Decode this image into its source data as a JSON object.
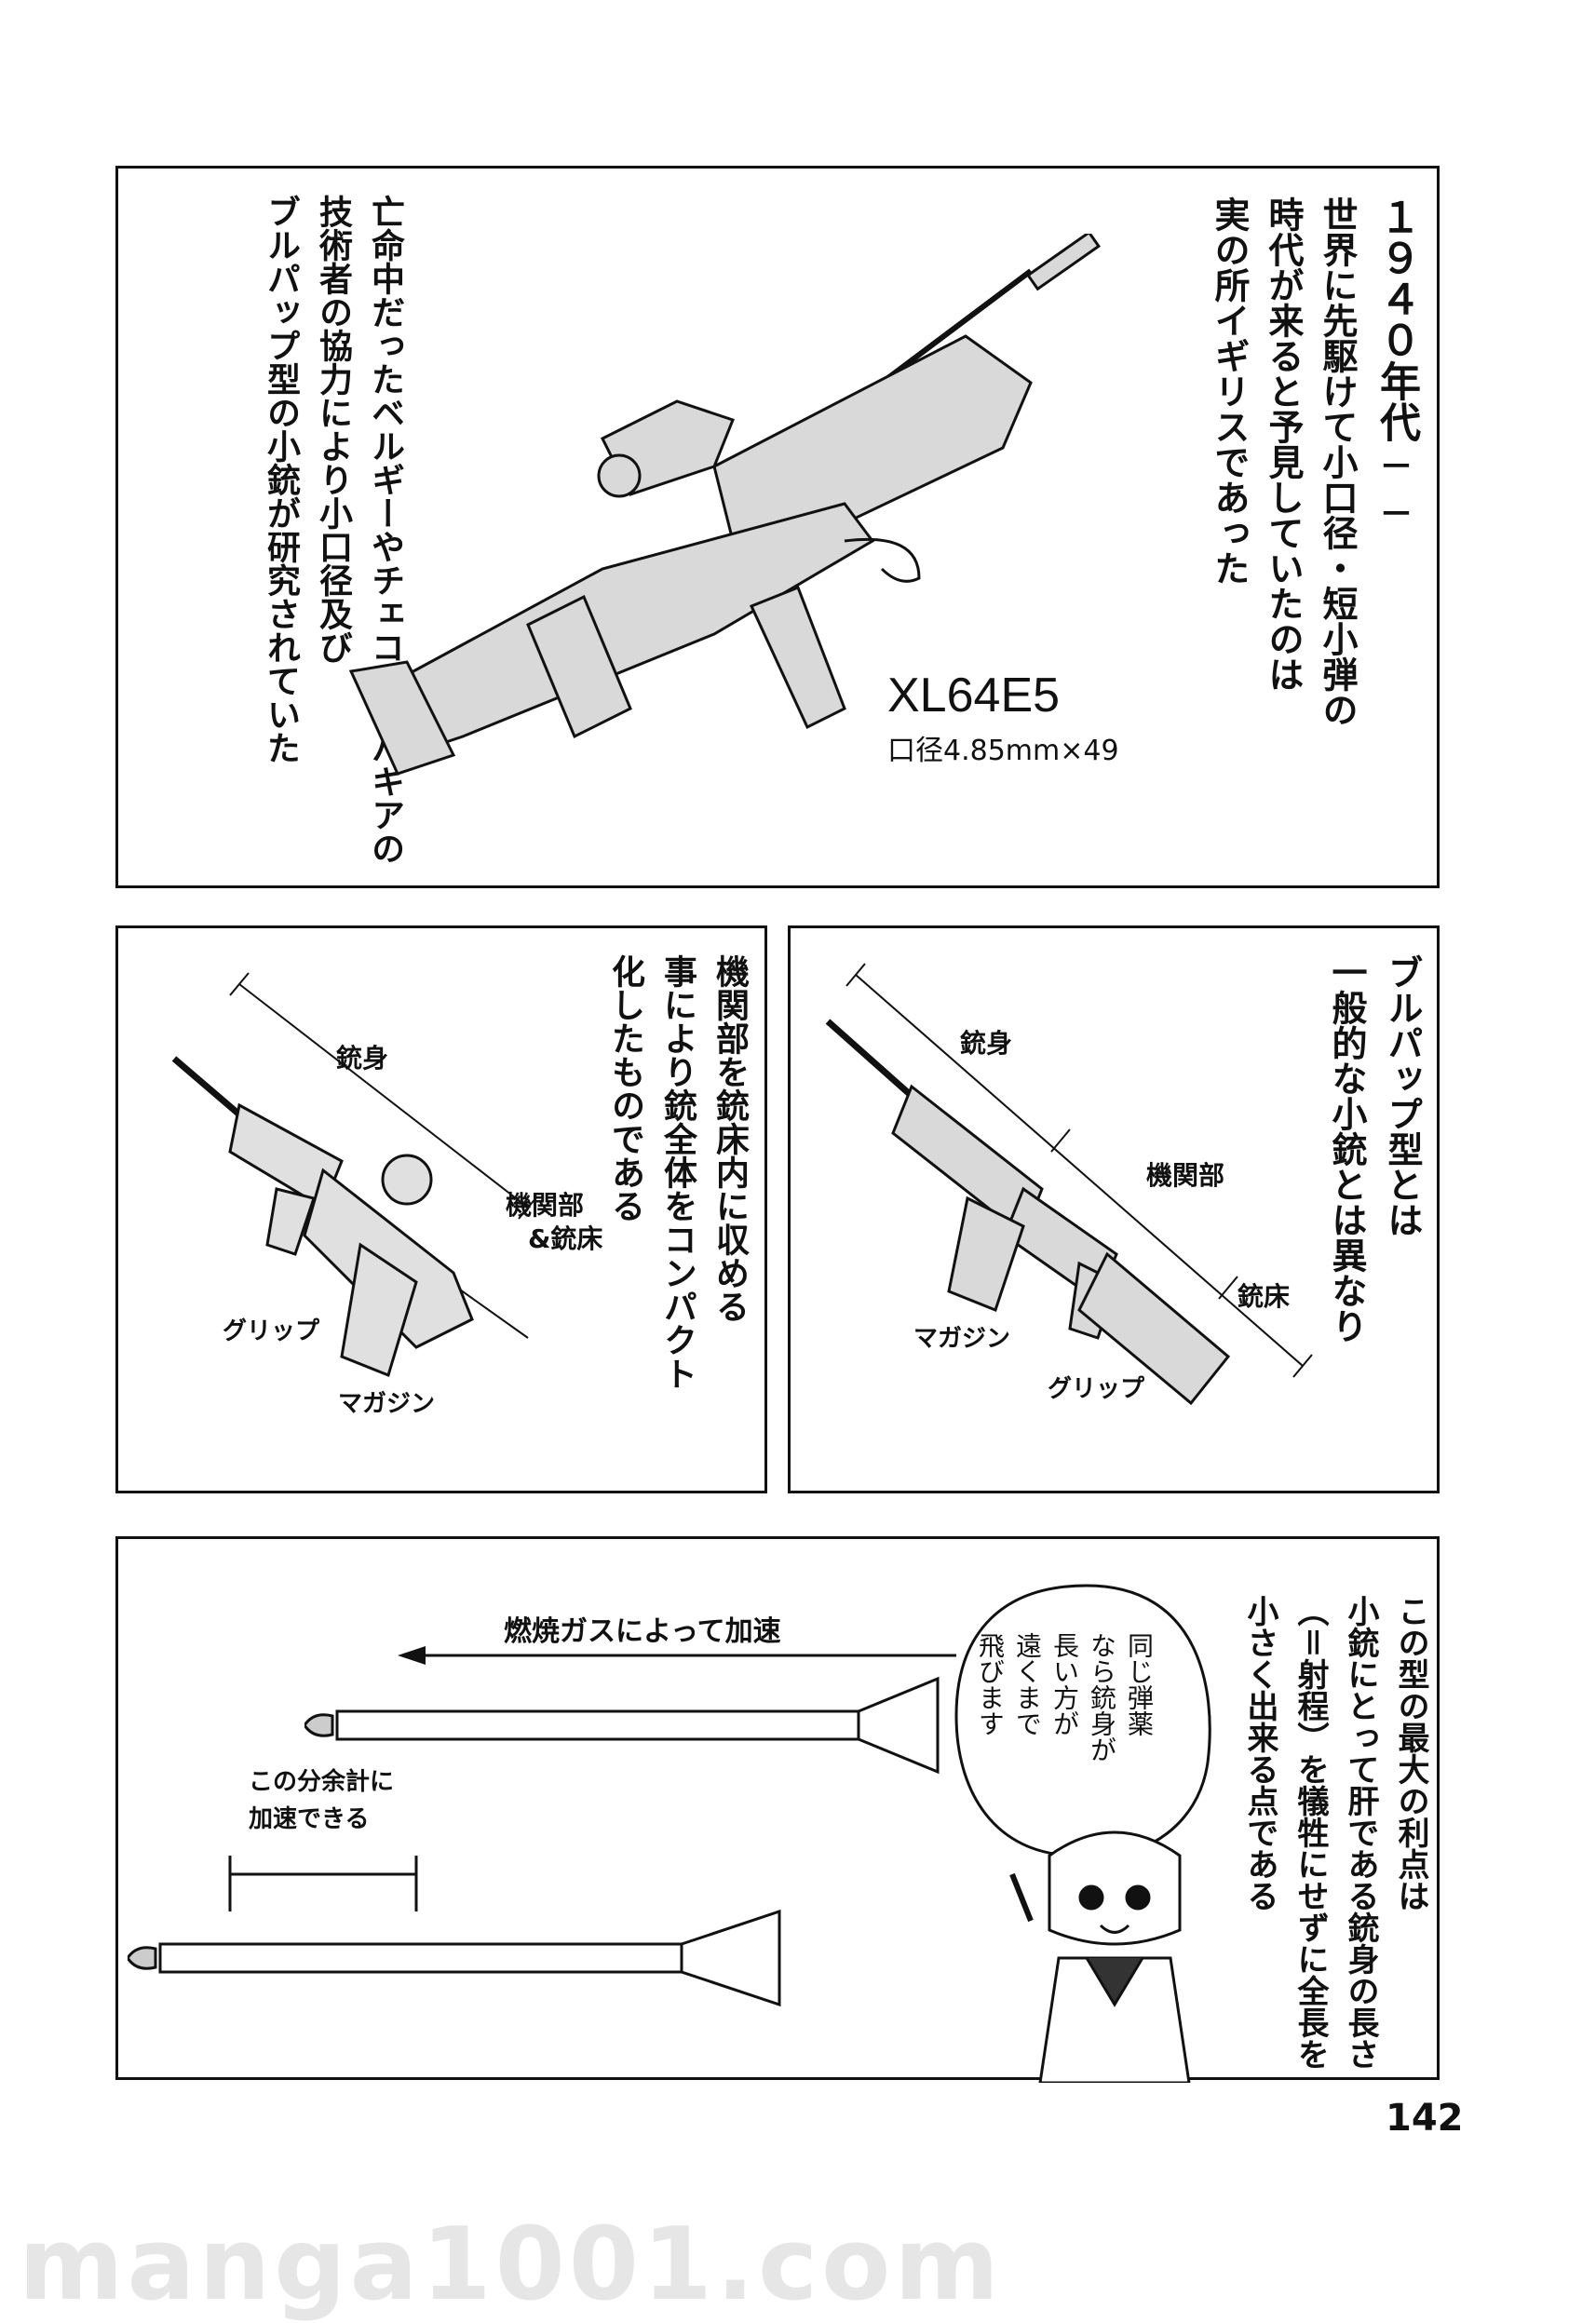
{
  "panel1": {
    "caption_right": [
      "１９４０年代──",
      "世界に先駆けて小口径・短小弾の",
      "時代が来ると予見していたのは",
      "実の所イギリスであった"
    ],
    "caption_left": [
      "亡命中だったベルギーやチェコスロバキアの",
      "技術者の協力により小口径及び",
      "ブルパップ型の小銃が研究されていた"
    ],
    "gun_name": "XL64E5",
    "gun_caliber": "口径4.85mm×49"
  },
  "panel2": {
    "caption": [
      "機関部を銃床内に収める",
      "事により銃全体をコンパクト",
      "化したものである"
    ],
    "labels": {
      "barrel": "銃身",
      "action": "機関部",
      "stock": "&銃床",
      "grip": "グリップ",
      "magazine": "マガジン"
    }
  },
  "panel3": {
    "caption": [
      "ブルパップ型とは",
      "一般的な小銃とは異なり"
    ],
    "labels": {
      "barrel": "銃身",
      "action": "機関部",
      "stock": "銃床",
      "magazine": "マガジン",
      "grip": "グリップ"
    }
  },
  "panel4": {
    "caption": [
      "この型の最大の利点は",
      "小銃にとって肝である銃身の長さ",
      "（＝射程）を犠牲にせずに全長を",
      "小さく出来る点である"
    ],
    "bubble": [
      "同じ弾薬",
      "なら銃身が",
      "長い方が",
      "遠くまで",
      "飛びます"
    ],
    "accel_label": "燃焼ガスによって加速",
    "extra_label_1": "この分余計に",
    "extra_label_2": "加速できる"
  },
  "page_number": "142",
  "watermark": "manga1001.com"
}
